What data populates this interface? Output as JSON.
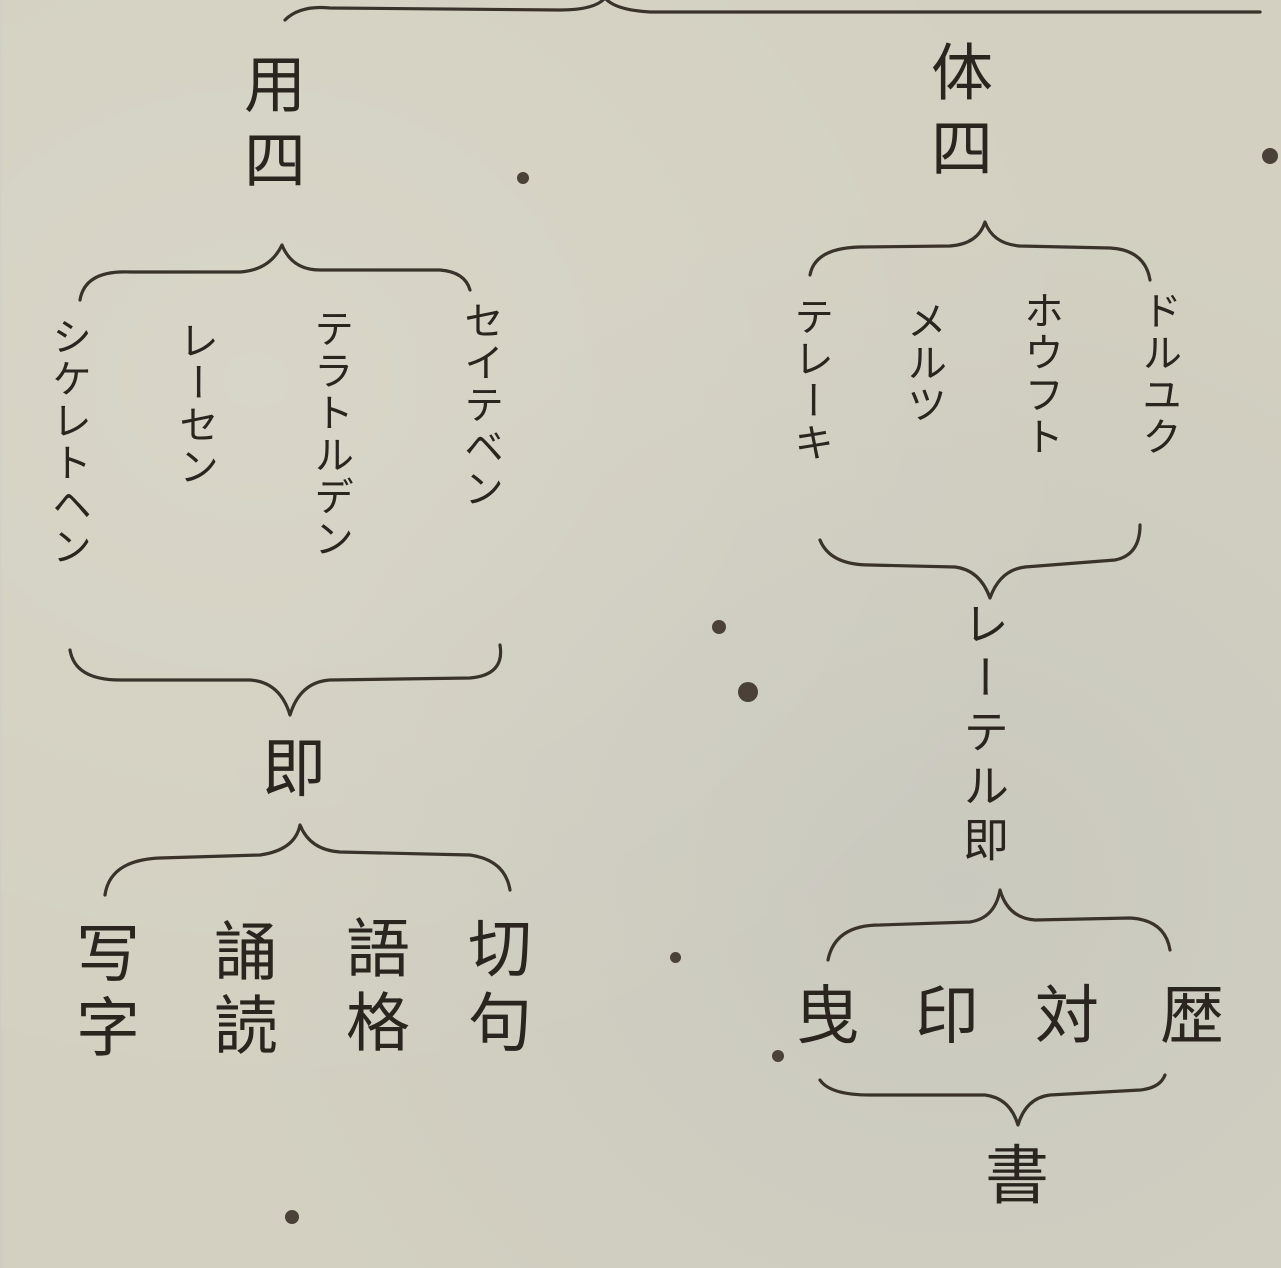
{
  "left_tree": {
    "head": "用四",
    "items": [
      "セイテベン",
      "テラトルデン",
      "レーセン",
      "シケレトヘン"
    ],
    "mid": "即",
    "sub_items": [
      "切句",
      "語格",
      "誦読",
      "写字"
    ]
  },
  "right_tree": {
    "head": "体四",
    "items": [
      "ドルユク",
      "ホウフト",
      "メルツ",
      "テレーキ"
    ],
    "mid": "レーテル即",
    "sub_items": [
      "歴",
      "対",
      "印",
      "曳"
    ],
    "foot": "書"
  }
}
